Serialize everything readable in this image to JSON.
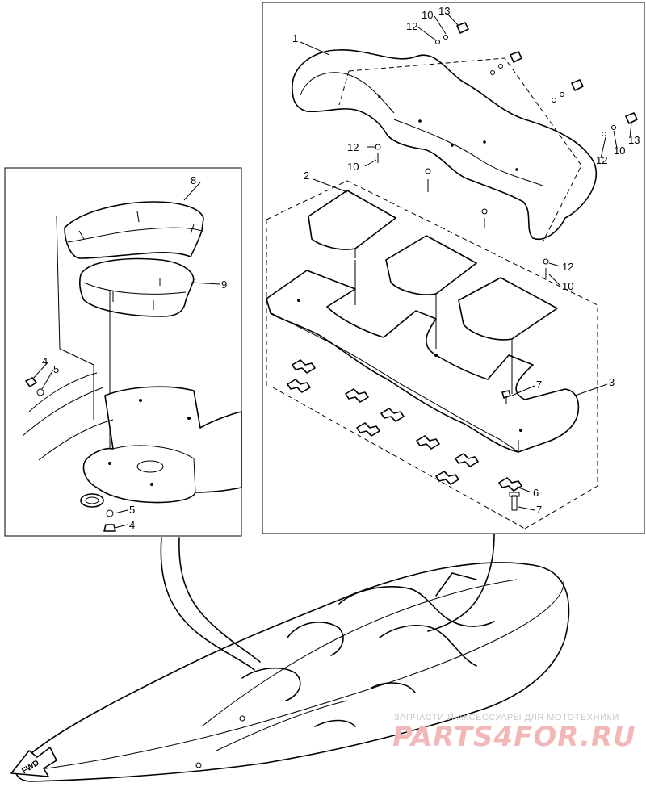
{
  "callouts": {
    "p1": "1",
    "p2": "2",
    "p3": "3",
    "p4a": "4",
    "p4b": "4",
    "p5a": "5",
    "p5b": "5",
    "p6": "6",
    "p7a": "7",
    "p7b": "7",
    "p8": "8",
    "p9": "9",
    "p10a": "10",
    "p10b": "10",
    "p10c": "10",
    "p10d": "10",
    "p12a": "12",
    "p12b": "12",
    "p12c": "12",
    "p12d": "12",
    "p13a": "13",
    "p13b": "13"
  },
  "fwd_label": "FWD",
  "watermark": {
    "caption": "ЗАПЧАСТИ И АКСЕССУАРЫ ДЛЯ МОТОТЕХНИКИ",
    "site": "PARTS4FOR.RU"
  }
}
